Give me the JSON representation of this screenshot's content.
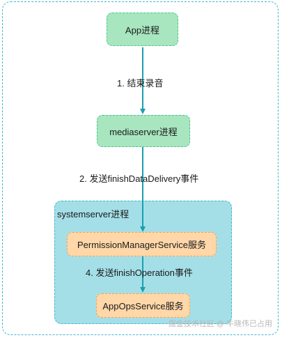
{
  "nodes": {
    "app": "App进程",
    "mediaserver": "mediaserver进程",
    "permission_service": "PermissionManagerService服务",
    "appops_service": "AppOpsService服务"
  },
  "group": {
    "label": "systemserver进程"
  },
  "edges": {
    "stop_recording": "1. 结束录音",
    "finish_data_delivery": "2. 发送finishDataDelivery事件",
    "finish_operation": "4. 发送finishOperation事件"
  },
  "watermark": "掘金技术社区 @ 牛晓伟已占用",
  "colors": {
    "outer_border": "#3fb6cf",
    "group_fill": "#a4dfe8",
    "green_node_fill": "#a8e6c0",
    "green_node_border": "#4cc48a",
    "orange_node_fill": "#ffd7a8",
    "orange_node_border": "#f0a255",
    "arrow": "#1a9fb0"
  }
}
